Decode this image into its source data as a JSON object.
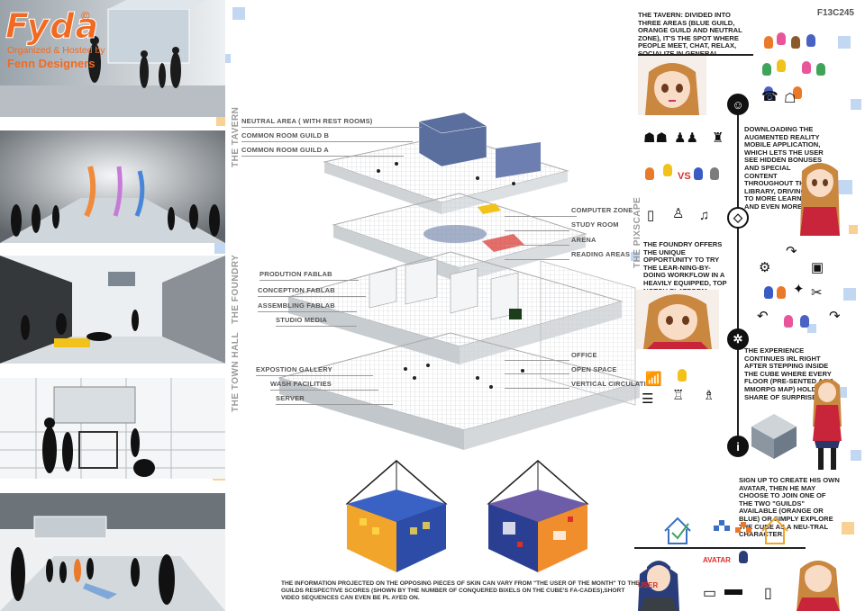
{
  "logo": {
    "main": "Fyda",
    "sup": "©",
    "line1": "Organized & Hosted by",
    "line2": "Fenn Designers"
  },
  "sheet_code": "F13C245",
  "sections": {
    "tavern": "THE TAVERN",
    "foundry": "THE FOUNDRY",
    "town_hall": "THE TOWN HALL",
    "pixscape": "THE PIXSCAPE"
  },
  "left_labels": [
    "NEUTRAL AREA ( WITH REST ROOMS)",
    "COMMON ROOM GUILD B",
    "COMMON ROOM GUILD A",
    "PRODUTION FABLAB",
    "CONCEPTION FABLAB",
    "ASSEMBLING FABLAB",
    "STUDIO MEDIA",
    "EXPOSTION GALLERY",
    "WASH FACILITIES",
    "SERVER"
  ],
  "right_labels": [
    "COMPUTER ZONE",
    "STUDY ROOM",
    "ARENA",
    "READING AREAS",
    "OFFICE",
    "OPEN SPACE",
    "VERTICAL CIRCULATION"
  ],
  "texts": {
    "tavern": "THE TAVERN: DIVIDED INTO THREE AREAS (BLUE GUILD, ORANGE GUILD AND NEUTRAL ZONE), IT'S THE SPOT WHERE PEOPLE MEET, CHAT, RELAX, SOCIALIZE IN GENERAL.",
    "downloading": "DOWNLOADING THE AUGMENTED REALITY MOBILE APPLICATION, WHICH LETS THE USER SEE HIDDEN BONUSES AND SPECIAL CONTENT THROUGHOUT THE LIBRARY, DRIVING HIM TO MORE LEARNING AND EVEN MORE FUN",
    "foundry": "THE FOUNDRY OFFERS THE UNIQUE OPPORTUNITY TO TRY THE LEAR-NING-BY-DOING WORKFLOW IN A HEAVILY EQUIPPED, TOP NOTCH PLATFORM.",
    "experience": "THE EXPERIENCE CONTINUES IRL RIGHT AFTER STEPPING INSIDE THE CUBE WHERE EVERY FLOOR (PRE-SENTED AS A MMORPG MAP) HOLDS ITS SHARE OF SURPRISES.",
    "signup": "SIGN UP TO CREATE HIS OWN AVATAR, THEN HE MAY CHOOSE TO JOIN ONE OF THE TWO \"GUILDS\" AVAILABLE (ORANGE OR BLUE) OR SIMPLY EXPLORE THE CUBE AS A NEU-TRAL CHARACTER.",
    "vs": "VS",
    "user": "USER",
    "avatar": "AVATAR",
    "caption": "THE INFORMATION PROJECTED ON THE OPPOSING PIECES OF SKIN CAN VARY FROM \"THE USER OF THE MONTH\" TO THE GUILDS RESPECTIVE SCORES (SHOWN BY THE NUMBER OF CONQUERED BIXELS ON THE CUBE'S FA-CADES),SHORT VIDEO SEQUENCES CAN EVEN BE PL AYED ON."
  },
  "colors": {
    "orange": "#f26a21",
    "blue": "#3a6fc4",
    "red": "#d9302b"
  }
}
